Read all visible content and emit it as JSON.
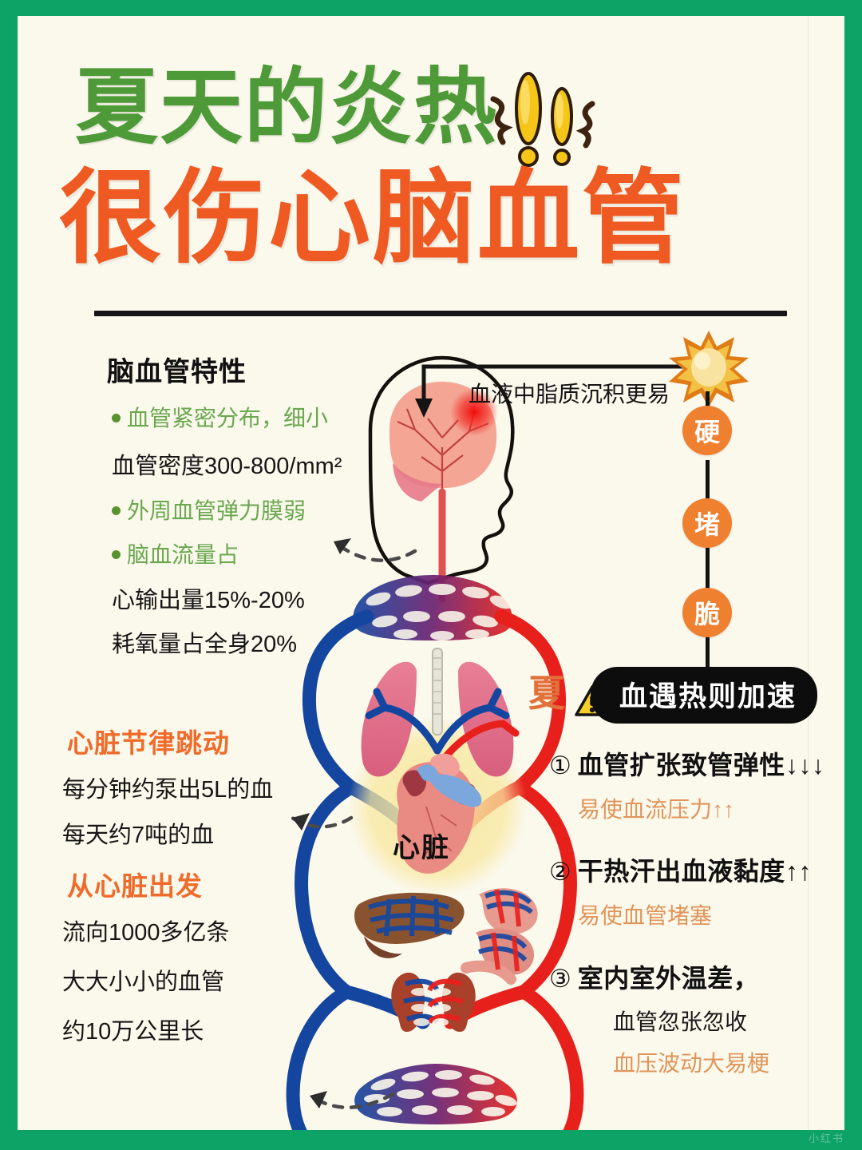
{
  "poster": {
    "border_color": "#0da366",
    "paper_color": "#fbf8ec",
    "watermark": "小红书"
  },
  "title": {
    "line1": "夏天的炎热",
    "line1_color": "#4e9a38",
    "line2": "很伤心脑血管",
    "line2_color": "#ef5a23",
    "decoration_icon": "double-exclamation-icon"
  },
  "left_column": {
    "heading": "脑血管特性",
    "bullets": [
      {
        "type": "bullet",
        "text": "血管紧密分布，细小",
        "color": "#6aa84f"
      },
      {
        "type": "plain",
        "text": "血管密度300-800/mm²",
        "color": "#161616"
      },
      {
        "type": "bullet",
        "text": "外周血管弹力膜弱",
        "color": "#6aa84f"
      },
      {
        "type": "bullet",
        "text": "脑血流量占",
        "color": "#6aa84f"
      },
      {
        "type": "plain",
        "text": "心输出量15%-20%",
        "color": "#161616"
      },
      {
        "type": "plain",
        "text": "耗氧量占全身20%",
        "color": "#161616"
      }
    ],
    "section2_heading": "心脏节律跳动",
    "section2_lines": [
      "每分钟约泵出5L的血",
      "每天约7吨的血"
    ],
    "section3_heading": "从心脏出发",
    "section3_lines": [
      "流向1000多亿条",
      "大大小小的血管",
      "约10万公里长"
    ],
    "heading_color": "#ef6b2a"
  },
  "illustration": {
    "heart_label": "心脏",
    "artery_color": "#e8201c",
    "vein_color": "#1446a0",
    "halo_color": "#f7e9a8"
  },
  "right_column": {
    "lipid_note": "血液中脂质沉积更易",
    "burst_icon": "starburst-icon",
    "chain_nodes": [
      "硬",
      "堵",
      "脆"
    ],
    "node_color": "#ef8030",
    "season_char": "夏",
    "warning_icon": "warning-triangle-icon",
    "banner": "血遇热则加速",
    "items": [
      {
        "num": "①",
        "main": "血管扩张致管弹性",
        "arrows": "↓↓↓",
        "sub": "易使血流压力↑↑",
        "sub_color": "#e0955a"
      },
      {
        "num": "②",
        "main": "干热汗出血液黏度",
        "arrows": "↑↑",
        "sub": "易使血管堵塞",
        "sub_color": "#e0955a"
      },
      {
        "num": "③",
        "main": "室内室外温差，",
        "arrows": "",
        "sub": "血管忽张忽收",
        "sub2": "血压波动大易梗",
        "sub_color": "#1a1a1a",
        "sub2_color": "#e0955a"
      }
    ]
  }
}
